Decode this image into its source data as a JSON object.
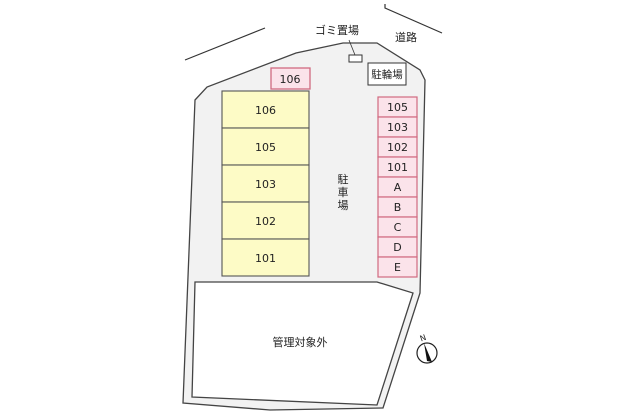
{
  "labels": {
    "garbage": "ゴミ置場",
    "road": "道路",
    "bicycle_parking": "駐輪場",
    "parking": [
      "駐",
      "車",
      "場"
    ],
    "outside_management": "管理対象外",
    "north": "N"
  },
  "top_space": "106",
  "buildings": [
    "106",
    "105",
    "103",
    "102",
    "101"
  ],
  "parking_spaces": [
    "105",
    "103",
    "102",
    "101",
    "A",
    "B",
    "C",
    "D",
    "E"
  ],
  "colors": {
    "lot": "#f2f2f2",
    "building": "#fdfbc6",
    "space_fill": "#fbe3ea",
    "space_border": "#d06a80"
  }
}
